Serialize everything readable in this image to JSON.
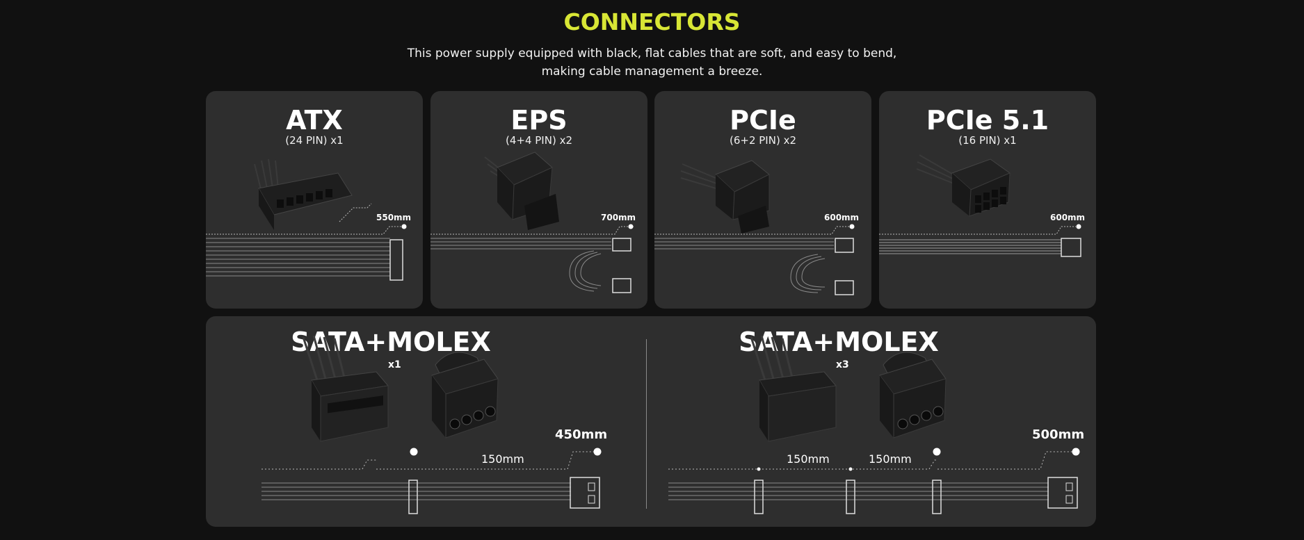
{
  "header": {
    "title": "CONNECTORS",
    "description": "This power supply equipped with black, flat cables that are soft, and easy to bend, making cable management a breeze."
  },
  "connectors": [
    {
      "name": "ATX",
      "spec": "(24 PIN) x1",
      "length": "550mm"
    },
    {
      "name": "EPS",
      "spec": "(4+4 PIN) x2",
      "length": "700mm"
    },
    {
      "name": "PCIe",
      "spec": "(6+2 PIN) x2",
      "length": "600mm"
    },
    {
      "name": "PCIe 5.1",
      "spec": "(16 PIN) x1",
      "length": "600mm"
    }
  ],
  "sata_molex": [
    {
      "name": "SATA+MOLEX",
      "sata_qty": "x1",
      "molex_qty": "x1",
      "length": "450mm",
      "segments": [
        "150mm"
      ]
    },
    {
      "name": "SATA+MOLEX",
      "sata_qty": "x3",
      "molex_qty": "x1",
      "length": "500mm",
      "segments": [
        "150mm",
        "150mm"
      ]
    }
  ],
  "colors": {
    "accent": "#d8e635",
    "card": "#2e2e2e",
    "background": "#111111"
  }
}
